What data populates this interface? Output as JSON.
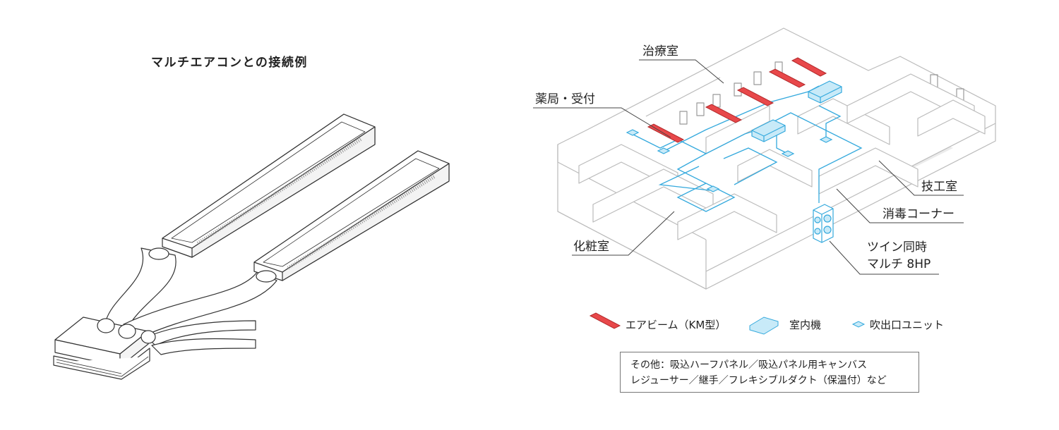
{
  "left_title": "マルチエアコンとの接続例",
  "labels": {
    "treatment": "治療室",
    "pharmacy": "薬局・受付",
    "lab": "技工室",
    "sterilization": "消毒コーナー",
    "powder": "化粧室",
    "outdoor_line1": "ツイン同時",
    "outdoor_line2": "マルチ 8HP"
  },
  "legend": [
    {
      "label": "エアビーム（KM型）",
      "color": "#e8484a",
      "icon": "red-beam-icon"
    },
    {
      "label": "室内機",
      "color": "#bfe6f7",
      "icon": "indoor-unit-icon"
    },
    {
      "label": "吹出口ユニット",
      "color": "#bfe6f7",
      "icon": "outlet-unit-icon"
    }
  ],
  "note": {
    "line1": "その他：吸込ハーフパネル／吸込パネル用キャンバス",
    "line2": "レジューサー／継手／フレキシブルダクト（保温付）など"
  },
  "colors": {
    "beam": "#e8484a",
    "duct": "#34a9dd",
    "unit_fill": "#c8eaf8",
    "wall": "#bdbdbd"
  }
}
